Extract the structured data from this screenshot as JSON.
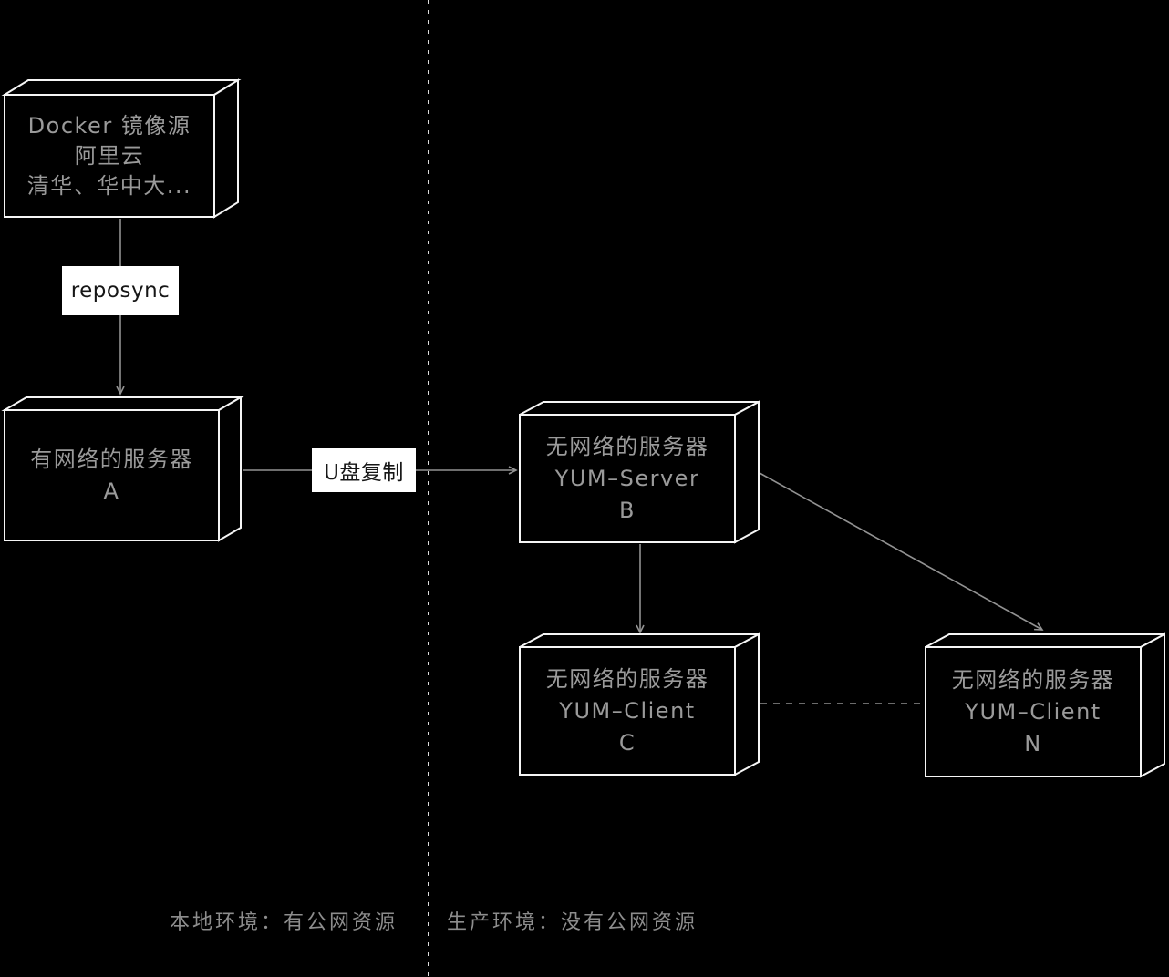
{
  "diagram": {
    "nodes": {
      "mirror": {
        "lines": [
          "Docker 镜像源",
          "阿里云",
          "清华、华中大..."
        ]
      },
      "server_a": {
        "lines": [
          "有网络的服务器",
          "A"
        ]
      },
      "server_b": {
        "lines": [
          "无网络的服务器",
          "YUM–Server",
          "B"
        ]
      },
      "client_c": {
        "lines": [
          "无网络的服务器",
          "YUM–Client",
          "C"
        ]
      },
      "client_n": {
        "lines": [
          "无网络的服务器",
          "YUM–Client",
          "N"
        ]
      }
    },
    "edge_labels": {
      "reposync": "reposync",
      "usb_copy": "U盘复制"
    },
    "footer": {
      "left": "本地环境：有公网资源",
      "right": "生产环境：没有公网资源"
    },
    "colors": {
      "background": "#000000",
      "box_stroke": "#f5f5f5",
      "box_fill": "#000000",
      "node_text": "#9a9a9a",
      "edge_label_bg": "#ffffff",
      "edge_label_text": "#161616",
      "arrow": "#929292",
      "divider": "#dddddd",
      "dashed_connector": "#8f8f8f",
      "footer_text": "#8d8d8d"
    }
  }
}
